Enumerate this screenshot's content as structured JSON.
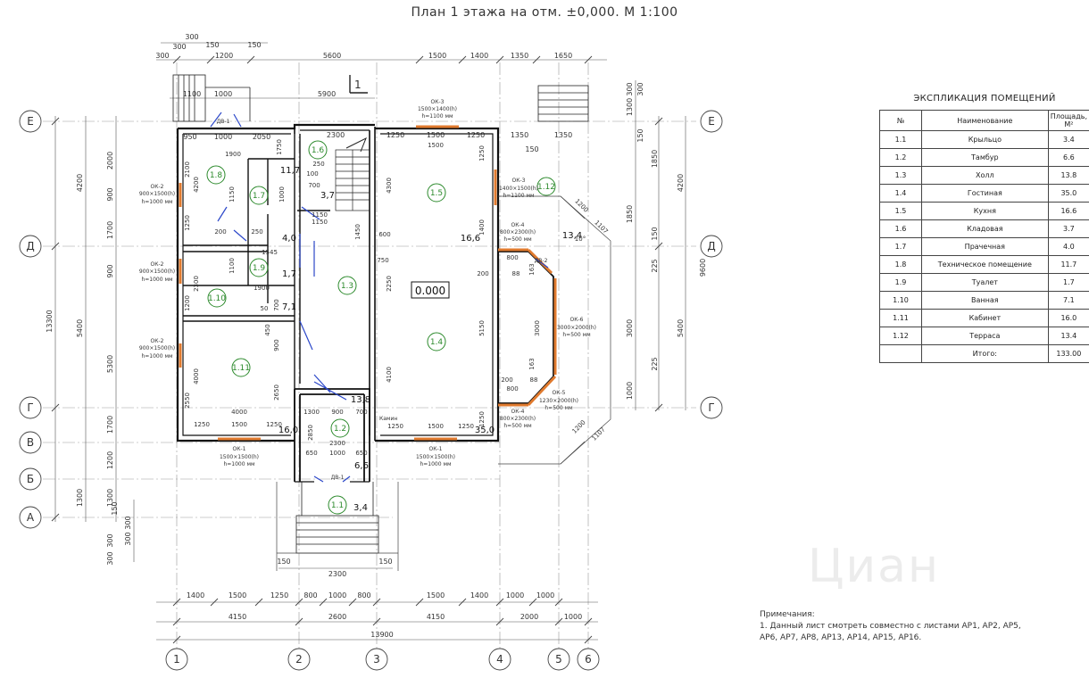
{
  "title": "План 1 этажа на отм. ±0,000. М 1:100",
  "watermark": "Циан",
  "axes": {
    "rows": [
      "Е",
      "Д",
      "Г",
      "В",
      "Б",
      "А"
    ],
    "cols": [
      "1",
      "2",
      "3",
      "4",
      "5",
      "6"
    ]
  },
  "dims": {
    "top1": [
      "300",
      "300",
      "150",
      "150"
    ],
    "top2": [
      "300",
      "1200",
      "5600",
      "1500",
      "1400",
      "1350",
      "1650"
    ],
    "top3": [
      "1100",
      "1000",
      "5900",
      "1"
    ],
    "inner_top": [
      "950",
      "1000",
      "2050",
      "2300",
      "1250",
      "1500",
      "1250",
      "1350",
      "1350",
      "150"
    ],
    "bottom1": [
      "1400",
      "1500",
      "1250",
      "800",
      "1000",
      "800",
      "1500",
      "1400",
      "1000",
      "1000"
    ],
    "bottom2": [
      "4150",
      "2600",
      "4150",
      "2000",
      "1000"
    ],
    "bottom_total": "13900",
    "porch": [
      "150",
      "2300",
      "150"
    ],
    "left_outer": [
      "4200",
      "5400",
      "1300"
    ],
    "left_total": "13300",
    "left_mid": [
      "2000",
      "900",
      "1700",
      "900",
      "5300",
      "1700",
      "1200",
      "1300"
    ],
    "left_small": [
      "150",
      "300",
      "300",
      "300",
      "300"
    ],
    "right_outer": [
      "4200",
      "5400"
    ],
    "right_total": "9600",
    "right_mid": [
      "1850",
      "1850",
      "150",
      "225",
      "3000",
      "225",
      "1000"
    ],
    "right_top": [
      "300",
      "300",
      "1300",
      "150"
    ]
  },
  "rooms": [
    {
      "num": "1.1",
      "area": "3,4"
    },
    {
      "num": "1.2",
      "area": "6,6"
    },
    {
      "num": "1.3",
      "area": "13,8"
    },
    {
      "num": "1.4",
      "area": "35,0"
    },
    {
      "num": "1.5",
      "area": "16,6"
    },
    {
      "num": "1.6",
      "area": "3,7"
    },
    {
      "num": "1.7",
      "area": "4,0"
    },
    {
      "num": "1.8",
      "area": "11,7"
    },
    {
      "num": "1.9",
      "area": "1,7"
    },
    {
      "num": "1.10",
      "area": "7,1"
    },
    {
      "num": "1.11",
      "area": "16,0"
    },
    {
      "num": "1.12",
      "area": "13,4"
    }
  ],
  "level_mark": "0.000",
  "windows": [
    {
      "mark": "ОК-3",
      "size": "1500×1400(h)",
      "sill": "h=1100 мм"
    },
    {
      "mark": "ОК-3",
      "size": "1400×1500(h)",
      "sill": "h=1100 мм"
    },
    {
      "mark": "ОК-2",
      "size": "900×1500(h)",
      "sill": "h=1000 мм"
    },
    {
      "mark": "ОК-2",
      "size": "900×1500(h)",
      "sill": "h=1000 мм"
    },
    {
      "mark": "ОК-2",
      "size": "900×1500(h)",
      "sill": "h=1000 мм"
    },
    {
      "mark": "ОК-1",
      "size": "1500×1500(h)",
      "sill": "h=1000 мм"
    },
    {
      "mark": "ОК-1",
      "size": "1500×1500(h)",
      "sill": "h=1000 мм"
    },
    {
      "mark": "ОК-4",
      "size": "800×2300(h)",
      "sill": "h=500 мм"
    },
    {
      "mark": "ОК-4",
      "size": "800×2300(h)",
      "sill": "h=500 мм"
    },
    {
      "mark": "ОК-6",
      "size": "3000×2000(h)",
      "sill": "h=500 мм"
    },
    {
      "mark": "ОК-5",
      "size": "1230×2000(h)",
      "sill": "h=500 мм"
    }
  ],
  "doors": [
    "ДВ-1",
    "ДВ-1",
    "ДВ-2"
  ],
  "inner_dims": [
    "1750",
    "250",
    "100",
    "700",
    "1150",
    "1900",
    "2100",
    "4200",
    "1150",
    "1000",
    "250",
    "200",
    "1100",
    "1545",
    "2300",
    "1900",
    "700",
    "50",
    "450",
    "900",
    "4000",
    "2550",
    "2650",
    "1250",
    "1500",
    "1250",
    "4000",
    "1250",
    "1500",
    "1250",
    "1300",
    "900",
    "700",
    "2850",
    "650",
    "1000",
    "650",
    "2300",
    "1450",
    "1150",
    "600",
    "750",
    "2250",
    "4300",
    "5150",
    "4100",
    "800",
    "200",
    "88",
    "163",
    "88",
    "200",
    "800",
    "163",
    "1400",
    "1250",
    "1250",
    "1500",
    "1250",
    "3000",
    "1200",
    "1200",
    "1200",
    "10°",
    "1107",
    "1107"
  ],
  "kamin": "Камин",
  "explication": {
    "title": "ЭКСПЛИКАЦИЯ ПОМЕЩЕНИЙ",
    "headers": [
      "№",
      "Наименование",
      "Площадь, М²"
    ],
    "rows": [
      [
        "1.1",
        "Крыльцо",
        "3.4"
      ],
      [
        "1.2",
        "Тамбур",
        "6.6"
      ],
      [
        "1.3",
        "Холл",
        "13.8"
      ],
      [
        "1.4",
        "Гостиная",
        "35.0"
      ],
      [
        "1.5",
        "Кухня",
        "16.6"
      ],
      [
        "1.6",
        "Кладовая",
        "3.7"
      ],
      [
        "1.7",
        "Прачечная",
        "4.0"
      ],
      [
        "1.8",
        "Техническое помещение",
        "11.7"
      ],
      [
        "1.9",
        "Туалет",
        "1.7"
      ],
      [
        "1.10",
        "Ванная",
        "7.1"
      ],
      [
        "1.11",
        "Кабинет",
        "16.0"
      ],
      [
        "1.12",
        "Терраса",
        "13.4"
      ]
    ],
    "total_label": "Итого:",
    "total_value": "133.00"
  },
  "notes": {
    "title": "Примечания:",
    "line1": "1. Данный лист смотреть совместно с листами АР1, АР2, АР5,",
    "line2": "АР6, АР7, АР8, АР13, АР14, АР15, АР16."
  }
}
